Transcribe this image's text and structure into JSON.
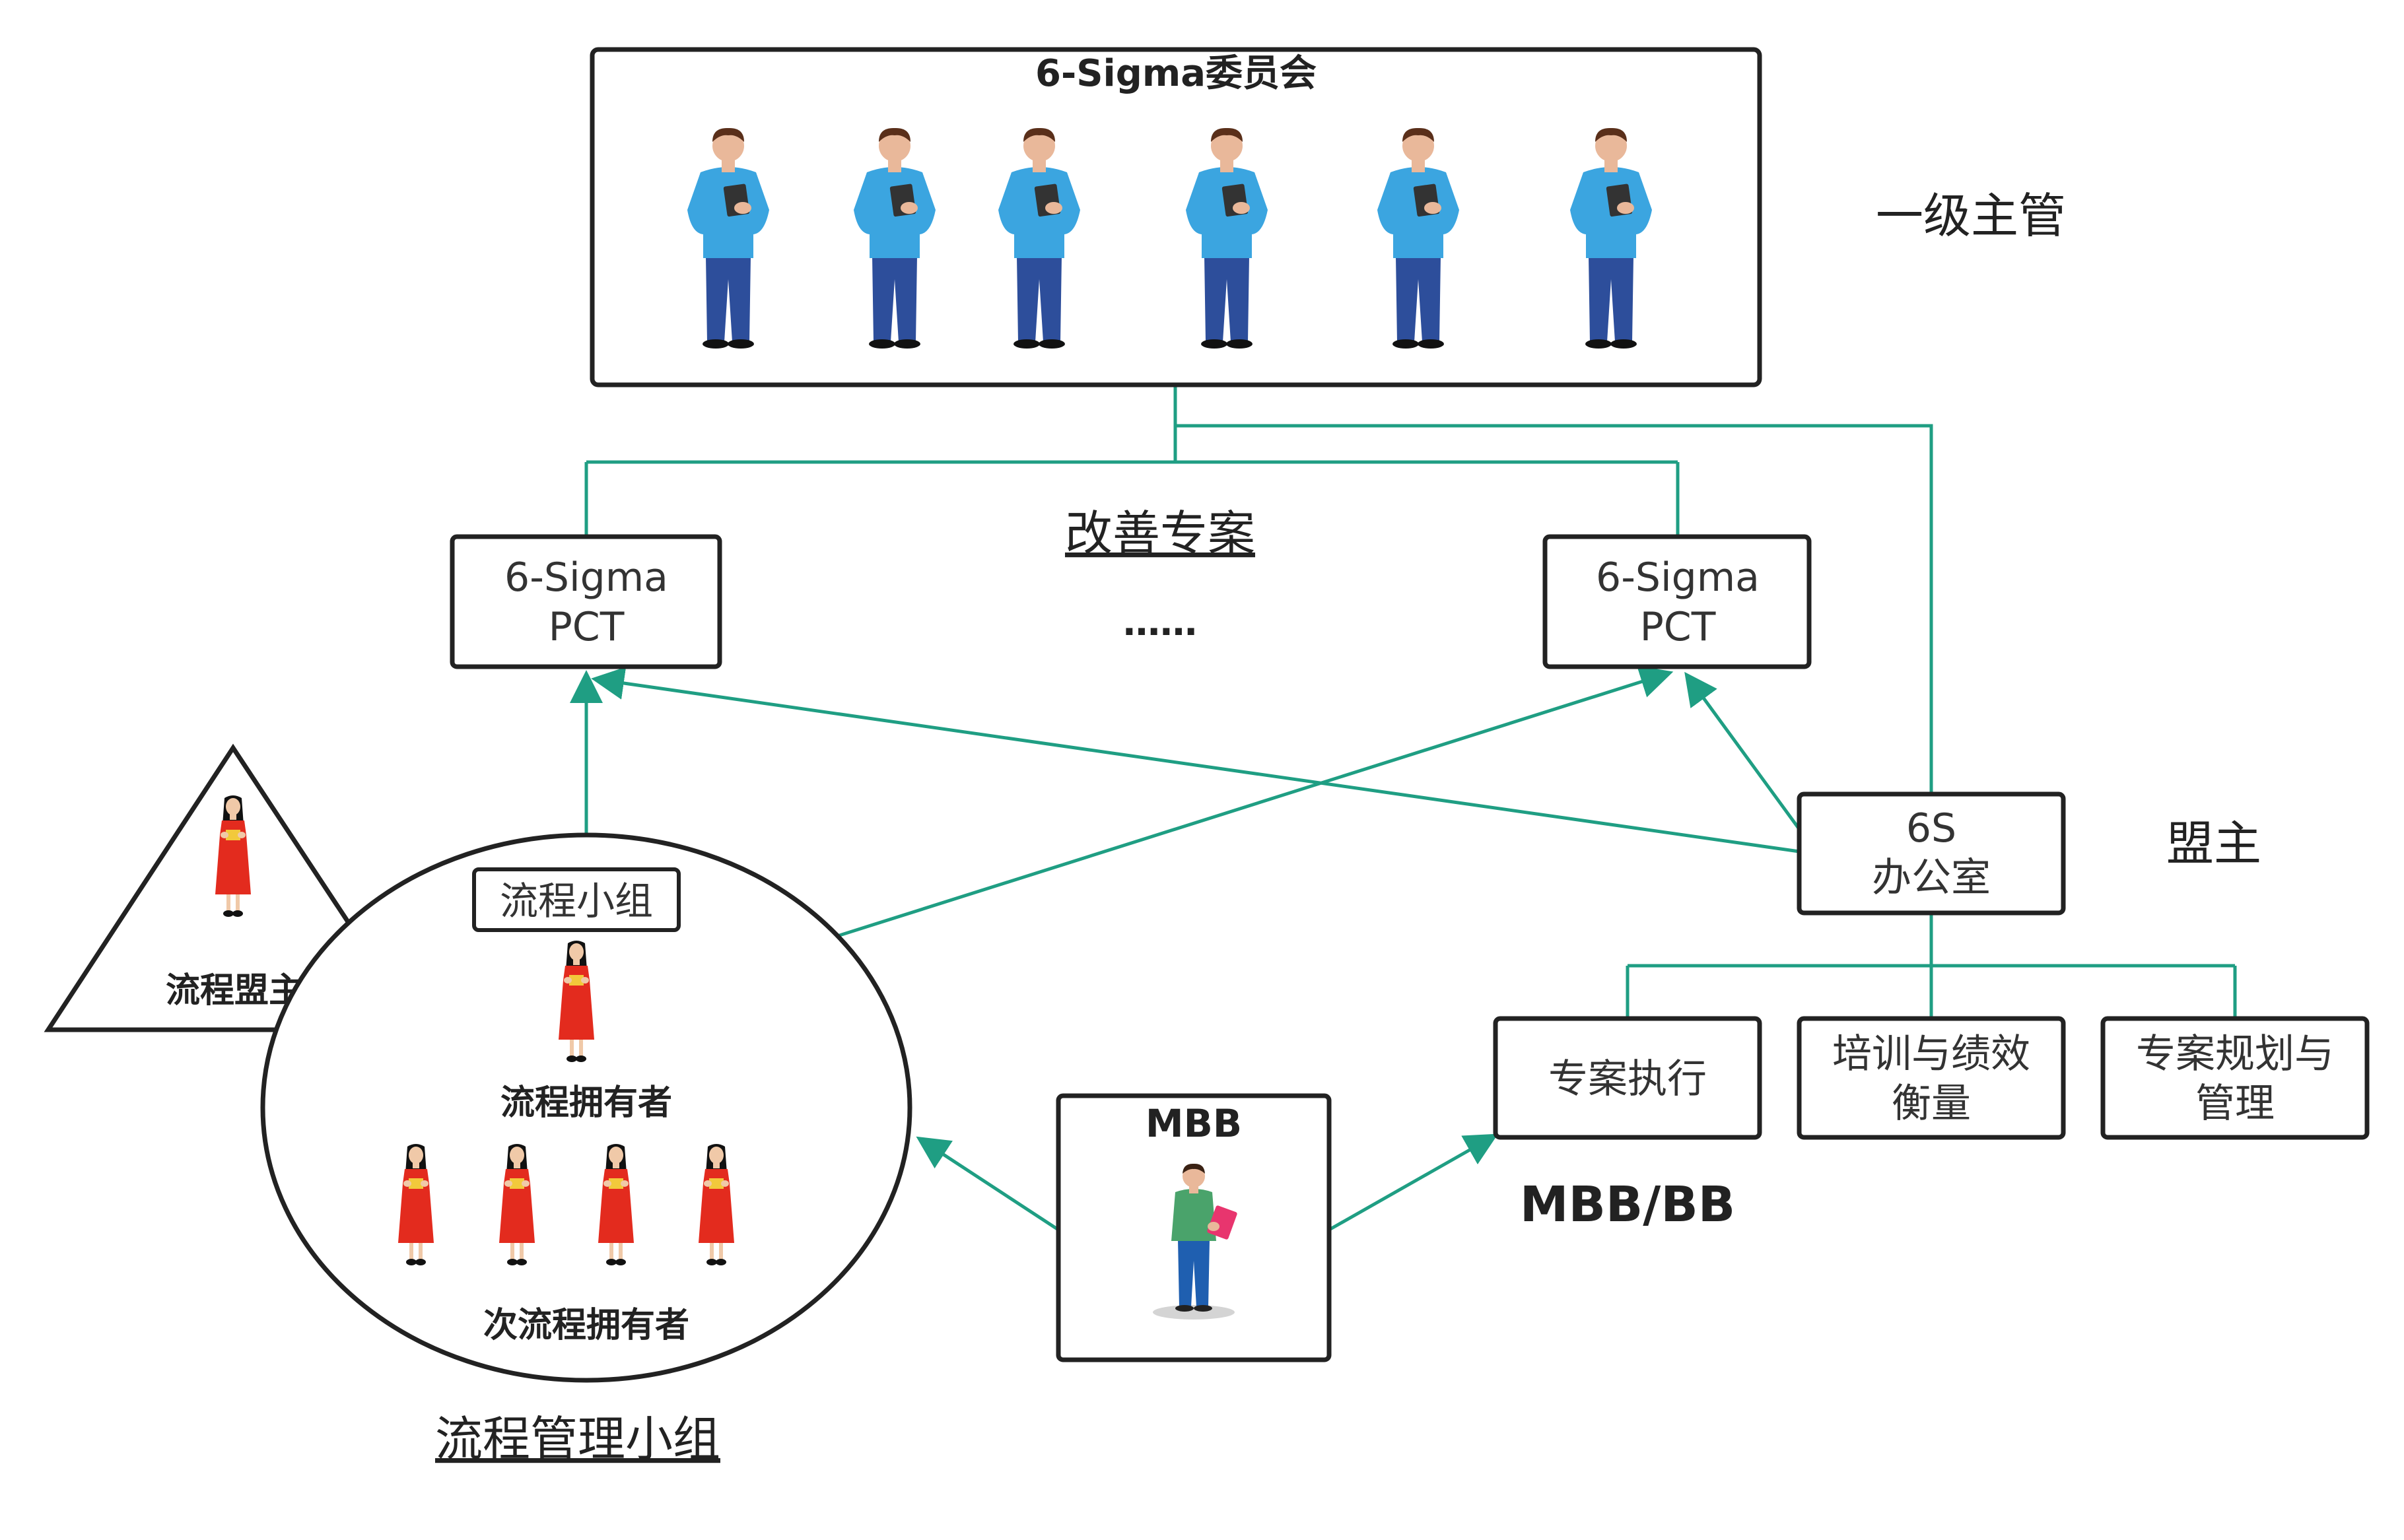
{
  "committee": {
    "title": "6-Sigma委员会",
    "member_icon": "man-holding-tablet-icon"
  },
  "labels": {
    "level1": "一级主管",
    "improvement_project": "改善专案",
    "ellipsis": "……",
    "alliance_leader": "盟主",
    "mbb_bb": "MBB/BB",
    "process_mgmt_group": "流程管理小组"
  },
  "pct_left": {
    "line1": "6-Sigma",
    "line2": "PCT"
  },
  "pct_right": {
    "line1": "6-Sigma",
    "line2": "PCT"
  },
  "office": {
    "line1": "6S",
    "line2": "办公室"
  },
  "sub_boxes": {
    "execution": {
      "line1": "专案执行"
    },
    "training": {
      "line1": "培训与绩效",
      "line2": "衡量"
    },
    "planning": {
      "line1": "专案规划与",
      "line2": "管理"
    }
  },
  "mbb": {
    "title": "MBB",
    "icon": "man-holding-book-icon"
  },
  "triangle": {
    "label": "流程盟主",
    "icon": "woman-in-red-dress-icon"
  },
  "circle": {
    "group_label": "流程小组",
    "owner_label": "流程拥有者",
    "sub_owner_label": "次流程拥有者",
    "person_icon": "woman-in-red-dress-icon"
  },
  "colors": {
    "connector": "#1f9e83",
    "border": "#222222",
    "shirt": "#3ba5e0",
    "pants": "#2d4e9b",
    "dress": "#e32b1e"
  }
}
